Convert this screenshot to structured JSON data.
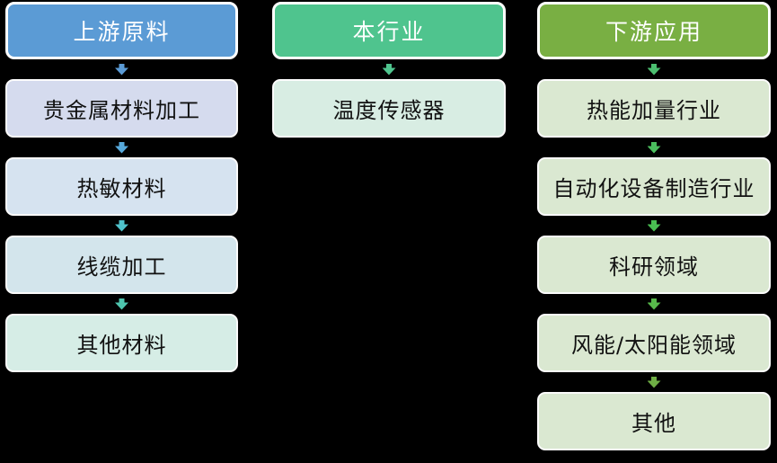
{
  "background": "#000000",
  "diagram": {
    "text_color": "#111111",
    "columns": [
      {
        "name": "upstream",
        "header": {
          "label": "上游原料",
          "fill": "#5B9BD5",
          "text_color": "#FFFFFF"
        },
        "items": [
          {
            "label": "贵金属材料加工",
            "fill": "#D5DBEE",
            "arrow_color": "#5B9BD5"
          },
          {
            "label": "热敏材料",
            "fill": "#D6E3F0",
            "arrow_color": "#57A9DB"
          },
          {
            "label": "线缆加工",
            "fill": "#D3E5EC",
            "arrow_color": "#4FC2CB"
          },
          {
            "label": "其他材料",
            "fill": "#D6EDE6",
            "arrow_color": "#4EC5AE"
          }
        ]
      },
      {
        "name": "industry",
        "header": {
          "label": "本行业",
          "fill": "#4FC48E",
          "text_color": "#FFFFFF"
        },
        "items": [
          {
            "label": "温度传感器",
            "fill": "#D8EDE3",
            "arrow_color": "#4FC48E"
          }
        ]
      },
      {
        "name": "downstream",
        "header": {
          "label": "下游应用",
          "fill": "#79AF43",
          "text_color": "#FFFFFF"
        },
        "items": [
          {
            "label": "热能加量行业",
            "fill": "#DAE8D1",
            "arrow_color": "#4CBE70"
          },
          {
            "label": "自动化设备制造行业",
            "fill": "#DAE8D1",
            "arrow_color": "#4BBE5E"
          },
          {
            "label": "科研领域",
            "fill": "#DAE8D1",
            "arrow_color": "#4ABD52"
          },
          {
            "label": "风能/太阳能领域",
            "fill": "#DAE8D1",
            "arrow_color": "#58B94B"
          },
          {
            "label": "其他",
            "fill": "#DAE8D1",
            "arrow_color": "#6FAE45"
          }
        ]
      }
    ]
  }
}
